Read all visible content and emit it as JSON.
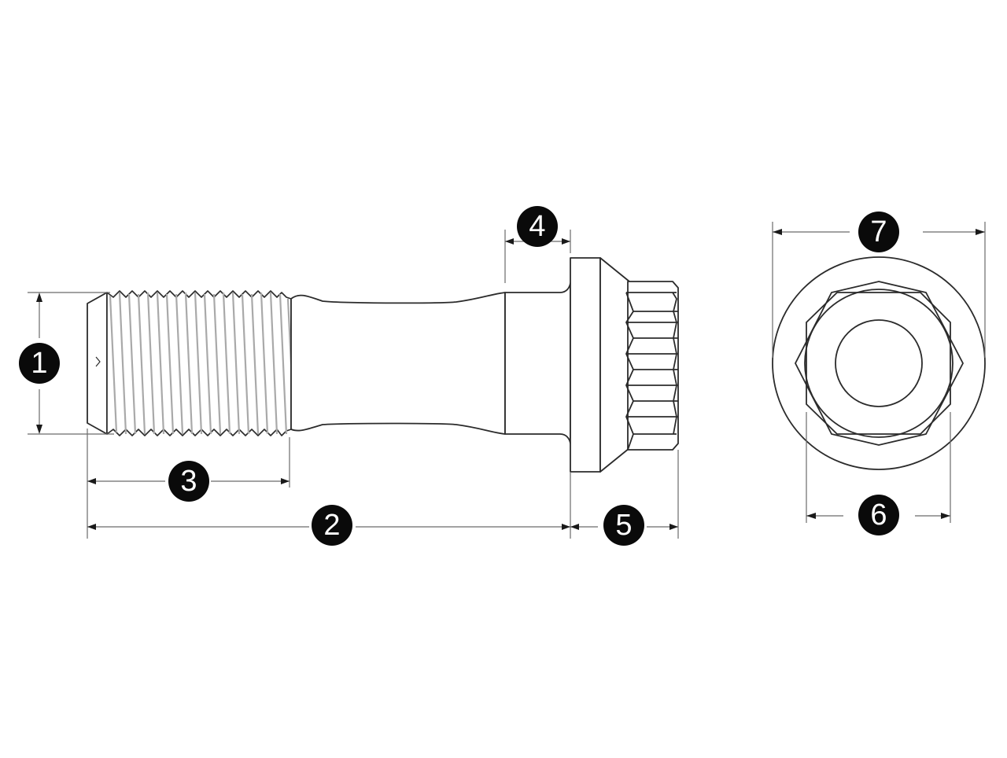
{
  "diagram": {
    "subject": "12-point connecting rod bolt",
    "views": [
      "side-view",
      "end-view"
    ],
    "callouts": [
      {
        "id": "1",
        "label": "1",
        "dimension": "thread diameter"
      },
      {
        "id": "2",
        "label": "2",
        "dimension": "bolt length under head"
      },
      {
        "id": "3",
        "label": "3",
        "dimension": "thread length"
      },
      {
        "id": "4",
        "label": "4",
        "dimension": "shoulder length"
      },
      {
        "id": "5",
        "label": "5",
        "dimension": "head height"
      },
      {
        "id": "6",
        "label": "6",
        "dimension": "12-point wrench size"
      },
      {
        "id": "7",
        "label": "7",
        "dimension": "flange / washer face diameter"
      }
    ],
    "colors": {
      "outline": "#2b2b2b",
      "thread": "#a9a9a9",
      "dimension_line": "#6b6b6b",
      "badge_fill": "#0a0a0a",
      "badge_text": "#ffffff",
      "background": "#ffffff"
    }
  }
}
